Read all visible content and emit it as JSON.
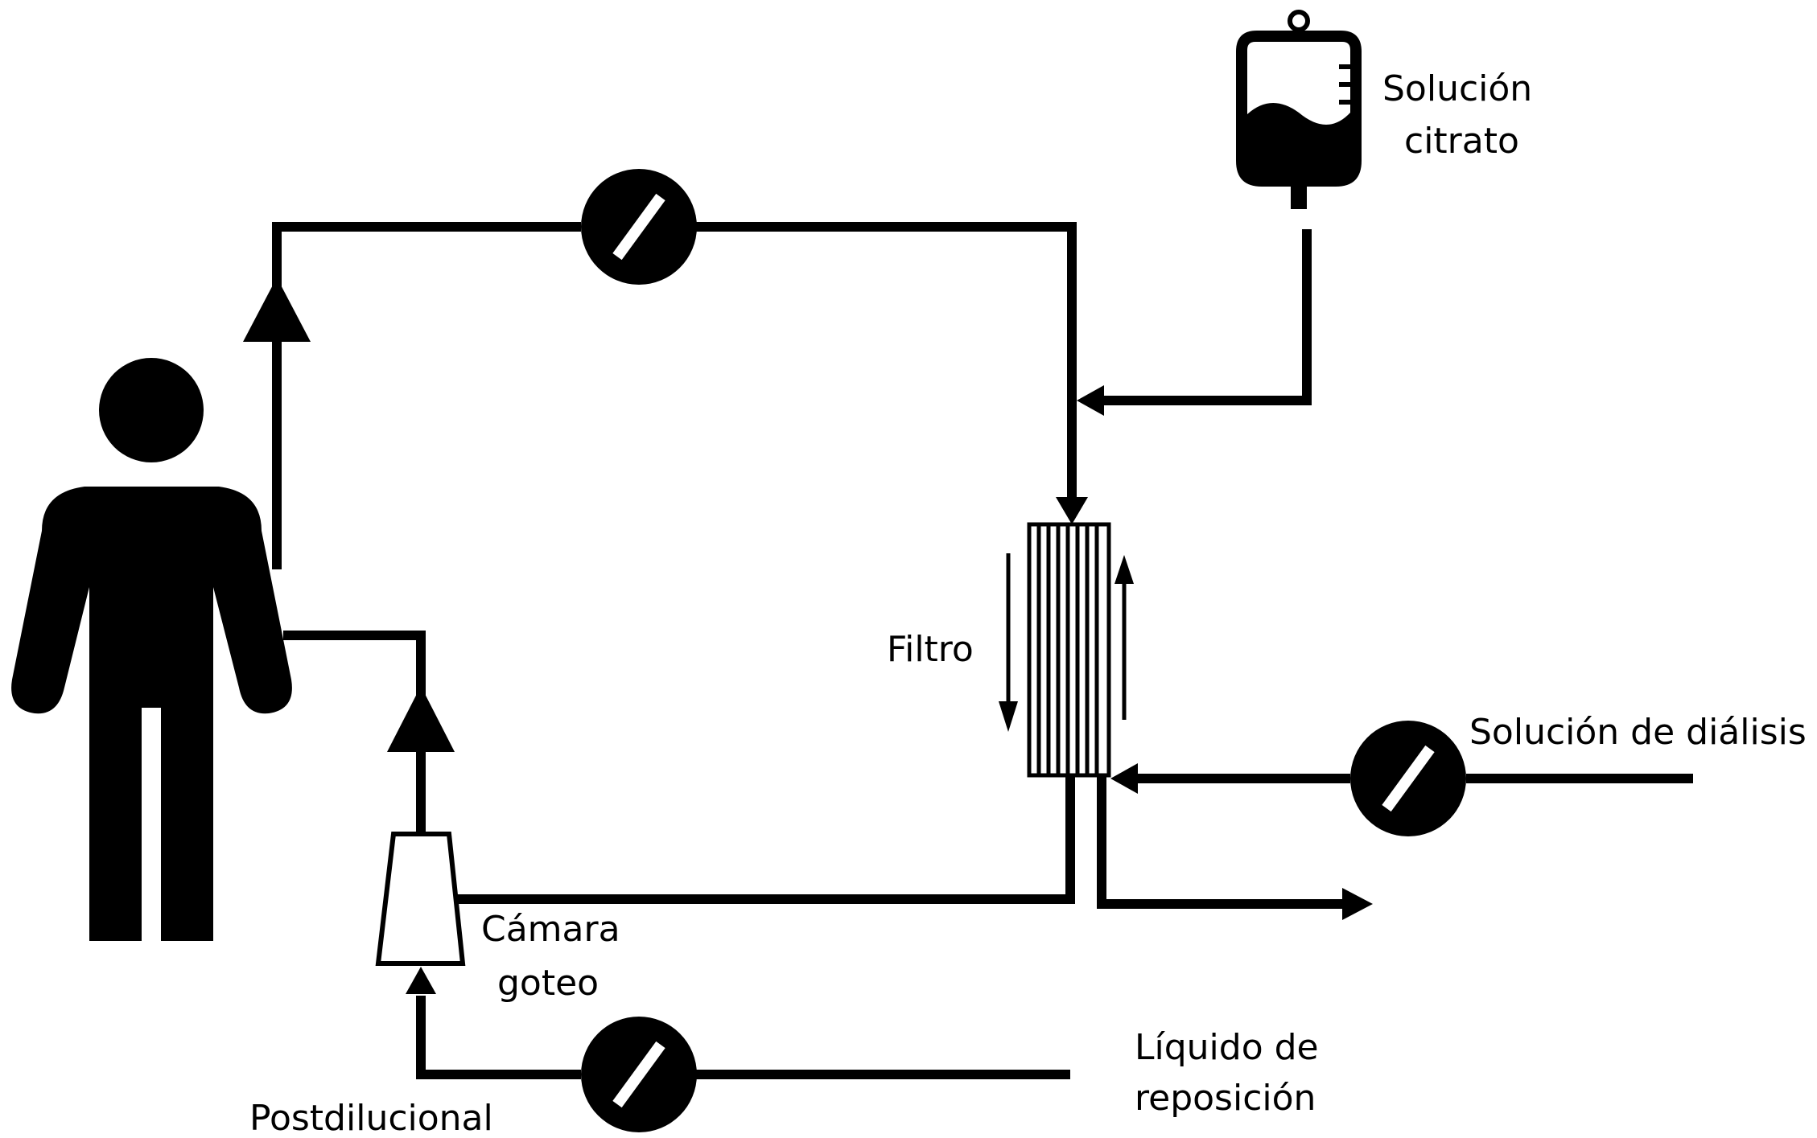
{
  "labels": {
    "solucion_citrato_line1": "Solución",
    "solucion_citrato_line2": "citrato",
    "filtro": "Filtro",
    "solucion_dialisis": "Solución de diálisis",
    "camara_line1": "Cámara",
    "camara_line2": "goteo",
    "liquido_line1": "Líquido de",
    "liquido_line2": "reposición",
    "postdilucional": "Postdilucional"
  },
  "colors": {
    "stroke": "#000000",
    "background": "#ffffff"
  },
  "icons": [
    "person-icon",
    "iv-bag-icon",
    "pump-icon",
    "filter-icon",
    "drip-chamber-icon"
  ]
}
